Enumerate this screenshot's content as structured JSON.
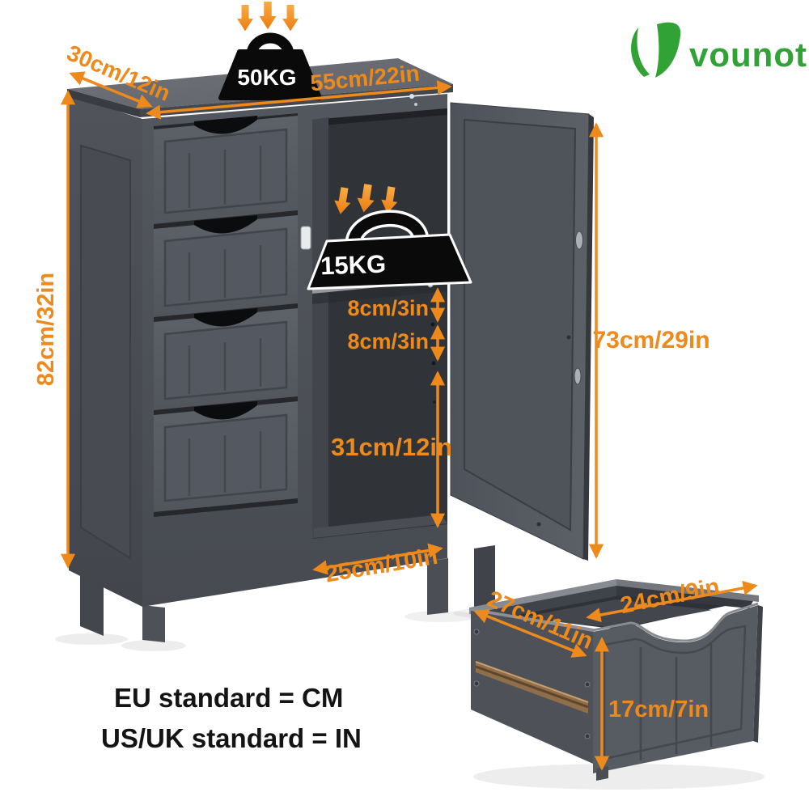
{
  "brand": {
    "name": "vounot"
  },
  "load_badges": {
    "top": "50KG",
    "shelf": "15KG"
  },
  "dimensions": {
    "depth": "30cm/12in",
    "width": "55cm/22in",
    "height": "82cm/32in",
    "door_height": "73cm/29in",
    "shelf_spacing_upper": "8cm/3in",
    "shelf_spacing_lower": "8cm/3in",
    "open_compartment_height": "31cm/12in",
    "open_compartment_width": "25cm/10in",
    "drawer_width": "24cm/9in",
    "drawer_depth": "27cm/11in",
    "drawer_height": "17cm/7in"
  },
  "notes": {
    "eu": "EU standard = CM",
    "us_uk": "US/UK standard = IN"
  },
  "colors": {
    "accent_orange": "#EE8A1B",
    "brand_green": "#31A235",
    "cabinet_grey": "#565A61",
    "weight_black": "#0A0A0A"
  }
}
